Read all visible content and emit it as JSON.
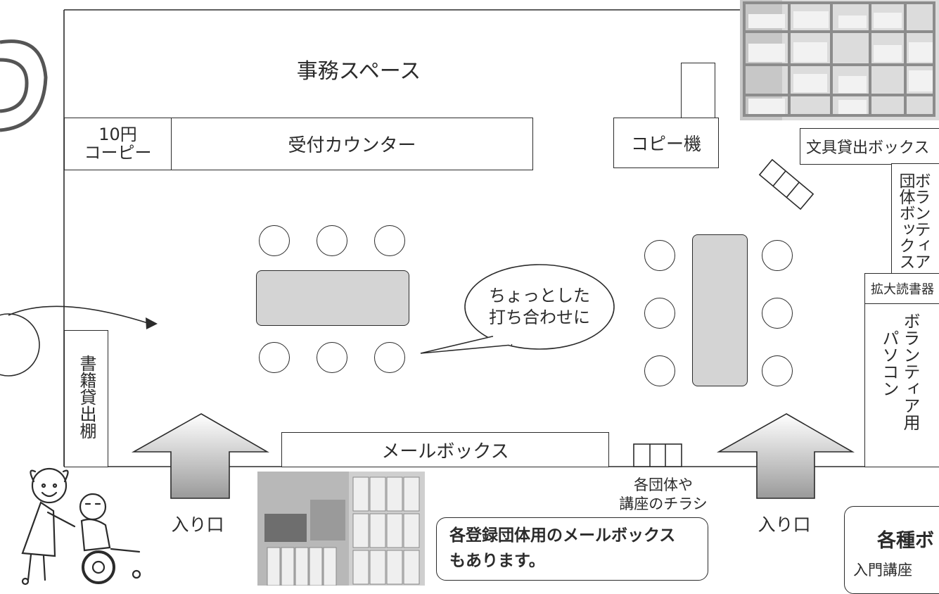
{
  "rooms": {
    "office_space": "事務スペース",
    "copy_10yen": "10円\nコーピー",
    "reception_counter": "受付カウンター",
    "copy_machine": "コピー機",
    "stationery_box": "文具貸出ボックス",
    "group_box_a": "団体ボックス",
    "group_box_b": "ボランティア",
    "magnifier": "拡大読書器",
    "volunteer_pc_a": "ボランティア用",
    "volunteer_pc_b": "パソコン",
    "book_shelf": "書籍貸出棚",
    "mailbox": "メールボックス"
  },
  "speech_bubble": "ちょっとした\n打ち合わせに",
  "labels": {
    "entrance_left": "入り口",
    "entrance_right": "入り口",
    "flyers": "各団体や\n講座のチラシ"
  },
  "callouts": {
    "mailbox_note": "各登録団体用のメールボックス\nもあります。",
    "right_title": "各種ボ",
    "right_sub": "入門講座"
  }
}
